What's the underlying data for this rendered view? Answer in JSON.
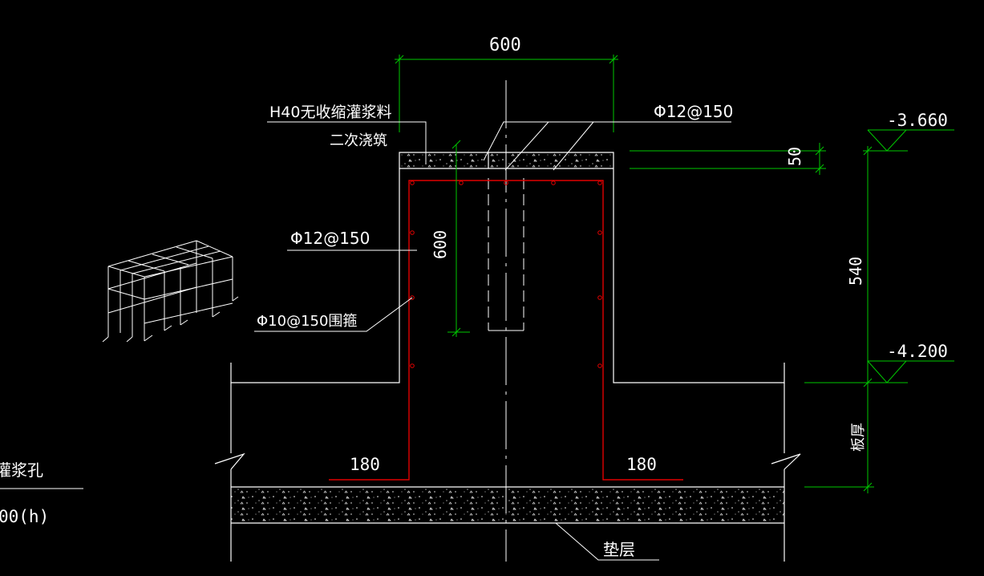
{
  "dimensions": {
    "top_width": "600",
    "column_height": "600",
    "grout_thickness": "50",
    "pedestal_height": "540",
    "left_hook": "180",
    "right_hook": "180",
    "slab_thickness": "板厚"
  },
  "elevations": {
    "top": "-3.660",
    "bottom": "-4.200"
  },
  "labels": {
    "grout_line1": "H40无收缩灌浆料",
    "grout_line2": "二次浇筑",
    "top_rebar": "Φ12@150",
    "side_rebar": "Φ12@150",
    "stirrup": "Φ10@150围箍",
    "cushion": "垫层",
    "left_edge_line1": "灌浆孔",
    "left_edge_line2": "00(h)"
  },
  "colors": {
    "background": "#000000",
    "outline": "#ffffff",
    "dimension": "#00c800",
    "rebar": "#e00000",
    "cad_text": "#ffffff"
  }
}
